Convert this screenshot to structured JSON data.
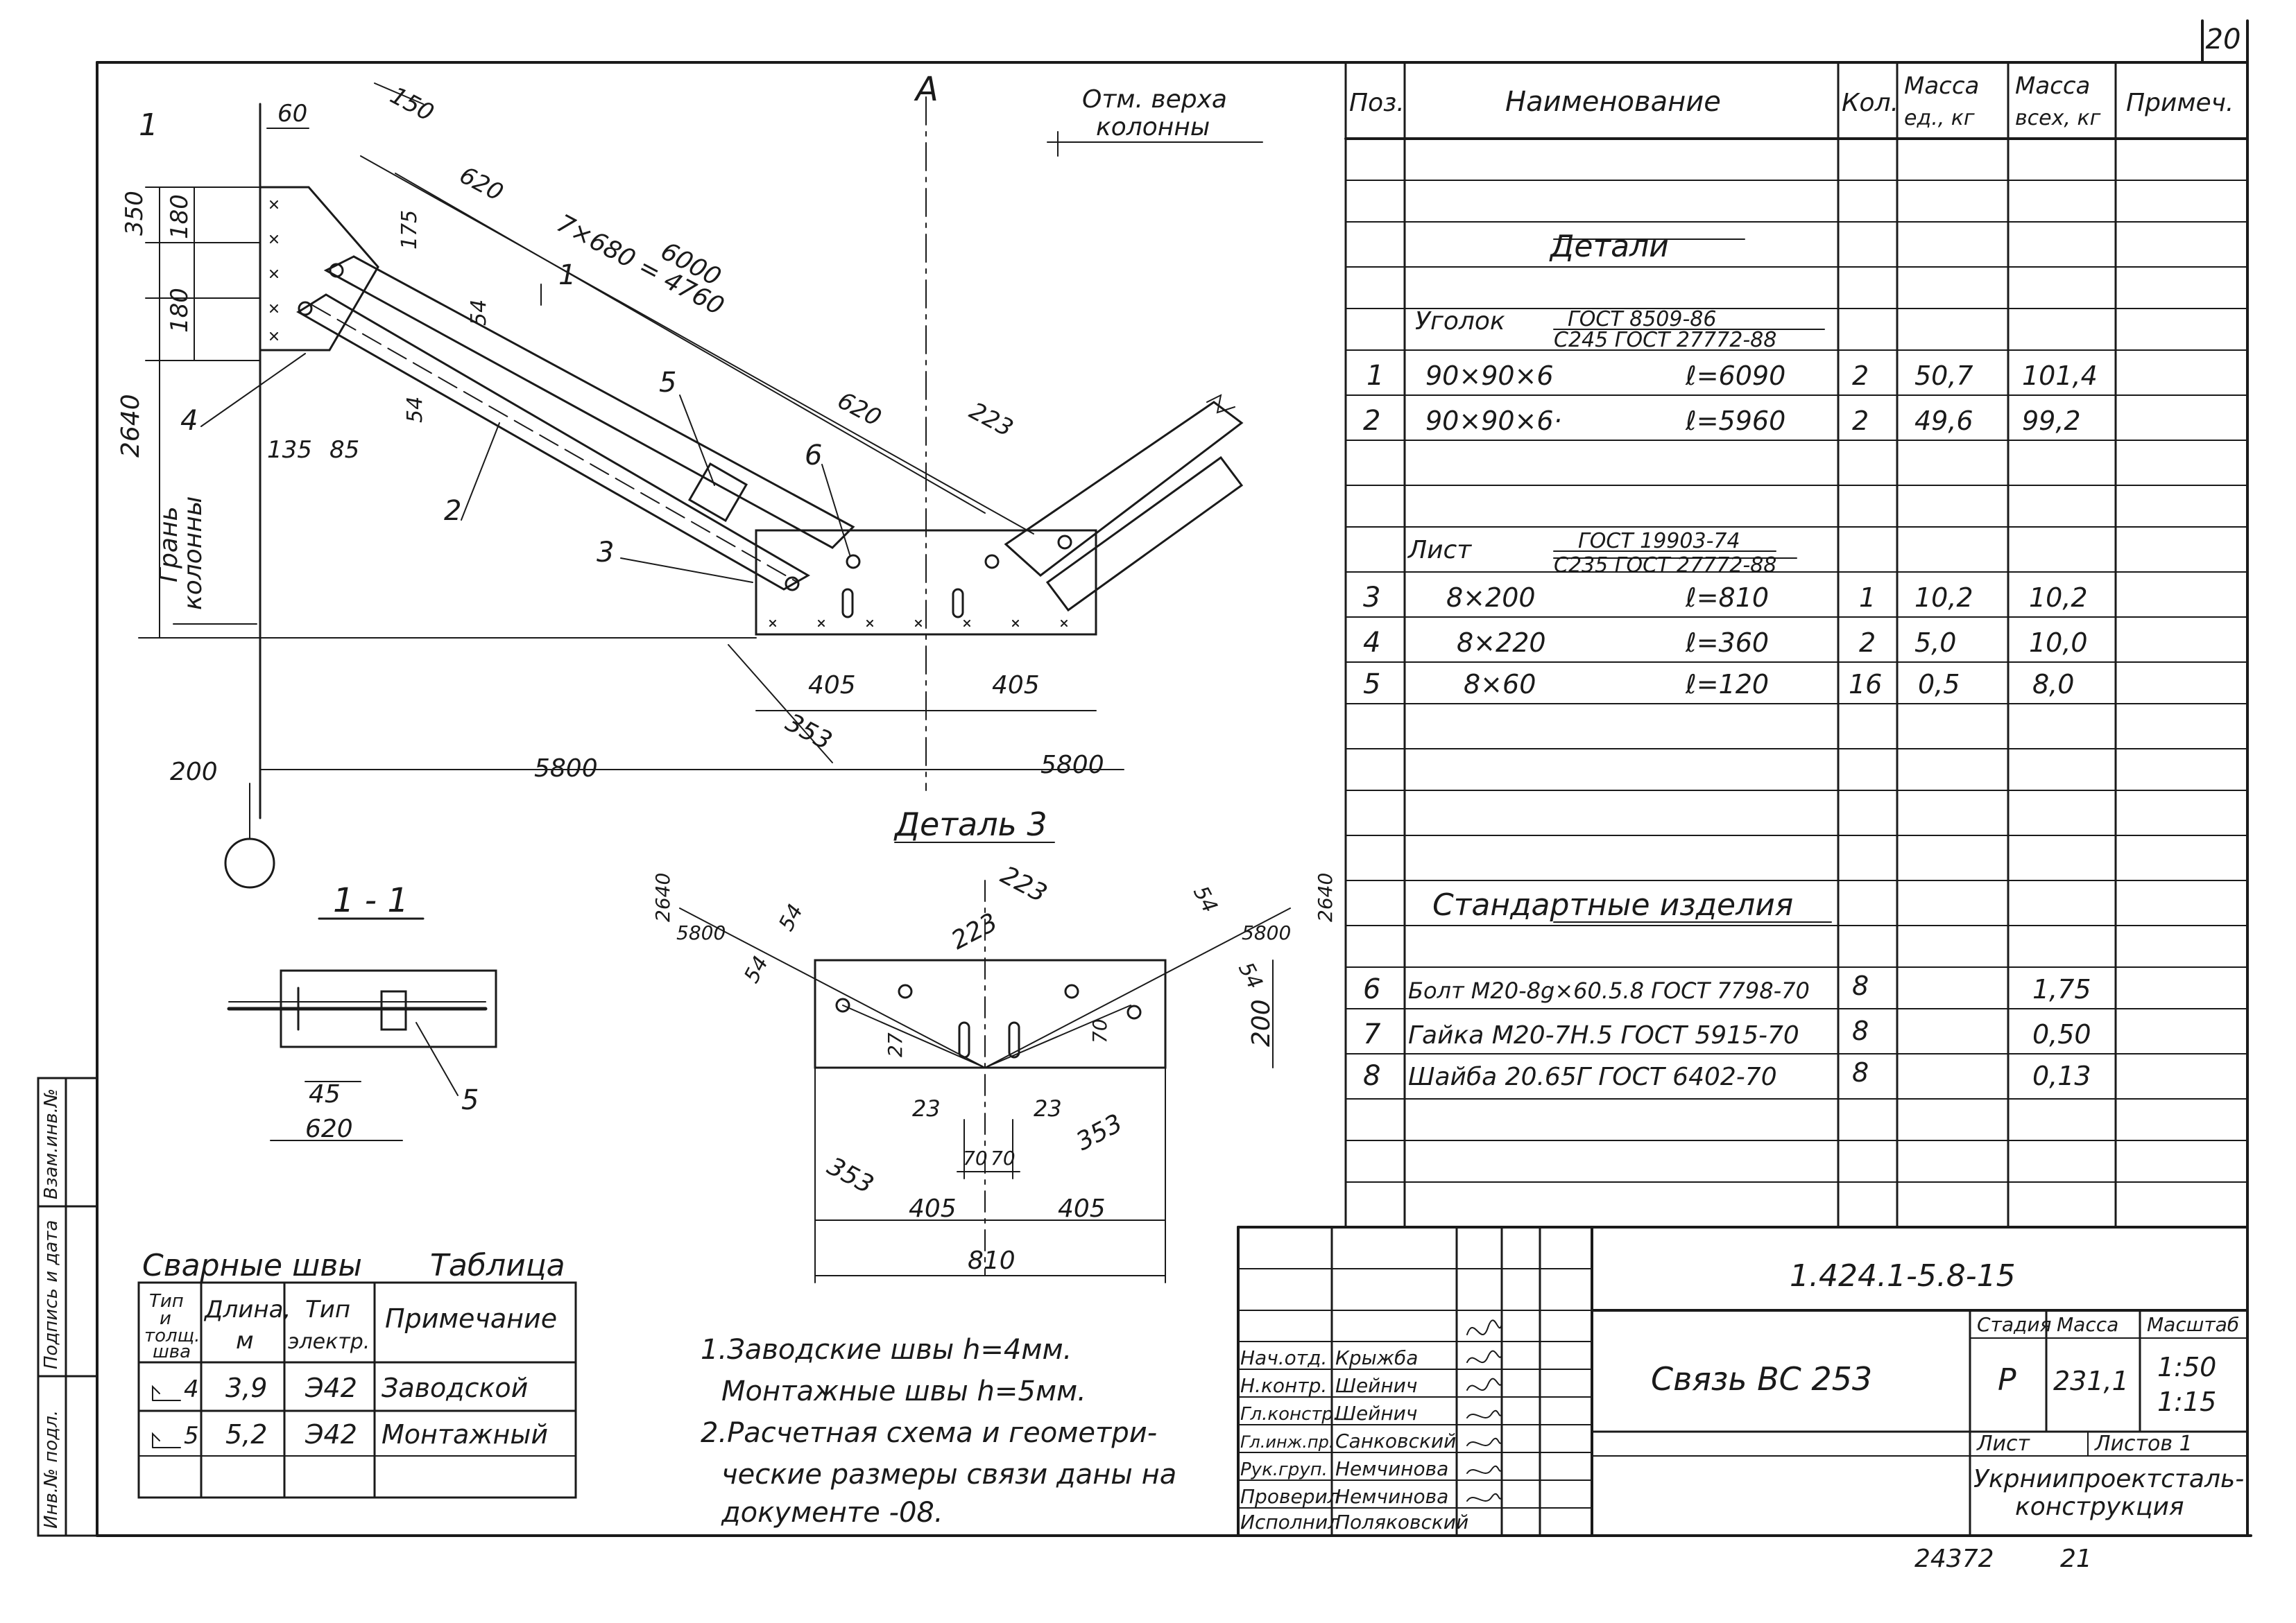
{
  "sheet": {
    "page_number": "20",
    "bottom_number": "24372",
    "bottom_page": "21"
  },
  "drawing": {
    "section_marker": "1",
    "axis_marker": "A",
    "top_note_line1": "Отм. верха",
    "top_note_line2": "колонны",
    "side_label_line1": "Грань",
    "side_label_line2": "колонны",
    "dims": {
      "d60": "60",
      "d150": "150",
      "d620a": "620",
      "d6000": "6000",
      "d7x680": "7×680 = 4760",
      "d350": "350",
      "d180a": "180",
      "d180b": "180",
      "d175": "175",
      "d54a": "54",
      "d54b": "54",
      "d2640": "2640",
      "d135": "135",
      "d85": "85",
      "d620b": "620",
      "d223": "223",
      "d405a": "405",
      "d405b": "405",
      "d353": "353",
      "d200": "200",
      "d5800a": "5800",
      "d5800b": "5800"
    },
    "pos_labels": [
      "1",
      "2",
      "3",
      "4",
      "5",
      "6"
    ]
  },
  "section": {
    "title": "1 - 1",
    "d45": "45",
    "d620": "620",
    "pos": "5"
  },
  "detail3": {
    "title": "Деталь 3",
    "d2640l": "2640",
    "d5800l": "5800",
    "d2640r": "2640",
    "d5800r": "5800",
    "d54a": "54",
    "d54b": "54",
    "d54c": "54",
    "d54d": "54",
    "d223a": "223",
    "d223b": "223",
    "d27": "27",
    "d70": "70",
    "d200": "200",
    "d23a": "23",
    "d23b": "23",
    "d70a": "70",
    "d70b": "70",
    "d353a": "353",
    "d353b": "353",
    "d405a": "405",
    "d405b": "405",
    "d810": "810"
  },
  "spec": {
    "headers": {
      "pos": "Поз.",
      "name": "Наименование",
      "qty": "Кол.",
      "mass1_l1": "Масса",
      "mass1_l2": "ед., кг",
      "mass2_l1": "Масса",
      "mass2_l2": "всех, кг",
      "note": "Примеч."
    },
    "section_details": "Детали",
    "angle_title": "Уголок",
    "angle_std1": "ГОСТ 8509-86",
    "angle_std2": "С245 ГОСТ 27772-88",
    "rows_angle": [
      {
        "pos": "1",
        "size": "90×90×6",
        "len": "ℓ=6090",
        "qty": "2",
        "m1": "50,7",
        "m2": "101,4"
      },
      {
        "pos": "2",
        "size": "90×90×6·",
        "len": "ℓ=5960",
        "qty": "2",
        "m1": "49,6",
        "m2": "99,2"
      }
    ],
    "sheet_title": "Лист",
    "sheet_std1": "ГОСТ 19903-74",
    "sheet_std2": "С235 ГОСТ 27772-88",
    "rows_sheet": [
      {
        "pos": "3",
        "size": "8×200",
        "len": "ℓ=810",
        "qty": "1",
        "m1": "10,2",
        "m2": "10,2"
      },
      {
        "pos": "4",
        "size": "8×220",
        "len": "ℓ=360",
        "qty": "2",
        "m1": "5,0",
        "m2": "10,0"
      },
      {
        "pos": "5",
        "size": "8×60",
        "len": "ℓ=120",
        "qty": "16",
        "m1": "0,5",
        "m2": "8,0"
      }
    ],
    "section_standard": "Стандартные изделия",
    "rows_std": [
      {
        "pos": "6",
        "name": "Болт М20-8g×60.5.8 ГОСТ 7798-70",
        "qty": "8",
        "m2": "1,75"
      },
      {
        "pos": "7",
        "name": "Гайка М20-7Н.5 ГОСТ 5915-70",
        "qty": "8",
        "m2": "0,50"
      },
      {
        "pos": "8",
        "name": "Шайба 20.65Г ГОСТ 6402-70",
        "qty": "8",
        "m2": "0,13"
      }
    ]
  },
  "welds": {
    "title": "Сварные швы",
    "table_label": "Таблица",
    "headers": {
      "type_l1": "Тип",
      "type_l2": "и",
      "type_l3": "толщ.",
      "type_l4": "шва",
      "len_l1": "Длина,",
      "len_l2": "м",
      "el_l1": "Тип",
      "el_l2": "электр.",
      "note": "Примечание"
    },
    "rows": [
      {
        "type": "4",
        "len": "3,9",
        "el": "Э42",
        "note": "Заводской"
      },
      {
        "type": "5",
        "len": "5,2",
        "el": "Э42",
        "note": "Монтажный"
      }
    ]
  },
  "notes": {
    "l1": "1.Заводские швы h=4мм.",
    "l2": "Монтажные швы h=5мм.",
    "l3": "2.Расчетная схема и геометри-",
    "l4": "ческие размеры связи даны на",
    "l5": "документе -08."
  },
  "side_stamp": {
    "l1": "Инв.№ подл.",
    "l2": "Подпись и дата",
    "l3": "Взам.инв.№"
  },
  "title_block": {
    "code": "1.424.1-5.8-15",
    "title": "Связь ВС 253",
    "stage_label": "Стадия",
    "mass_label": "Масса",
    "scale_label": "Масштаб",
    "stage": "Р",
    "mass": "231,1",
    "scale1": "1:50",
    "scale2": "1:15",
    "sheet_label": "Лист",
    "sheets_label": "Листов 1",
    "org_l1": "Укрниипроектсталь-",
    "org_l2": "конструкция",
    "roles": [
      {
        "role": "Нач.отд.",
        "name": "Крыжба"
      },
      {
        "role": "Н.контр.",
        "name": "Шейнич"
      },
      {
        "role": "Гл.констр.",
        "name": "Шейнич"
      },
      {
        "role": "Гл.инж.пр.",
        "name": "Санковский"
      },
      {
        "role": "Рук.груп.",
        "name": "Немчинова"
      },
      {
        "role": "Проверил",
        "name": "Немчинова"
      },
      {
        "role": "Исполнил",
        "name": "Поляковский"
      }
    ]
  }
}
